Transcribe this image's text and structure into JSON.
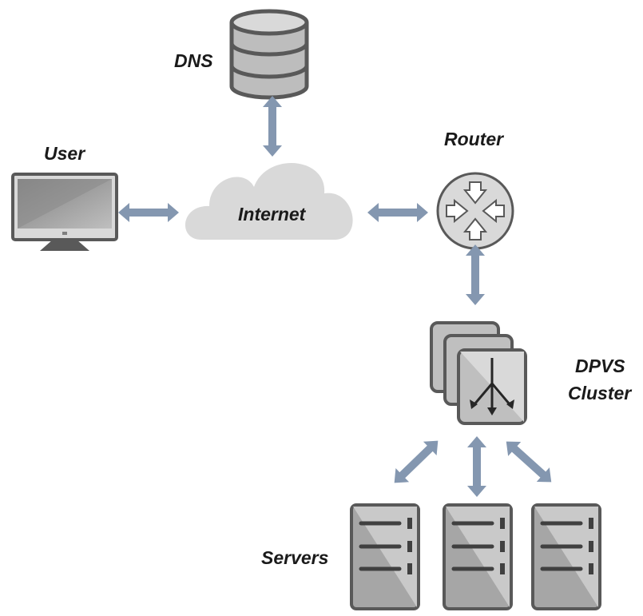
{
  "labels": {
    "dns": "DNS",
    "user": "User",
    "internet": "Internet",
    "router": "Router",
    "dpvs_line1": "DPVS",
    "dpvs_line2": "Cluster",
    "servers": "Servers"
  },
  "colors": {
    "arrow": "#8497b0",
    "device_dark": "#595959",
    "device_mid": "#a6a6a6",
    "device_light": "#d0d0d0",
    "cloud": "#d9d9d9"
  },
  "icons": {
    "dns": "database-icon",
    "user": "monitor-icon",
    "internet": "cloud-icon",
    "router": "router-icon",
    "dpvs": "load-balancer-icon",
    "servers": "server-icon"
  }
}
